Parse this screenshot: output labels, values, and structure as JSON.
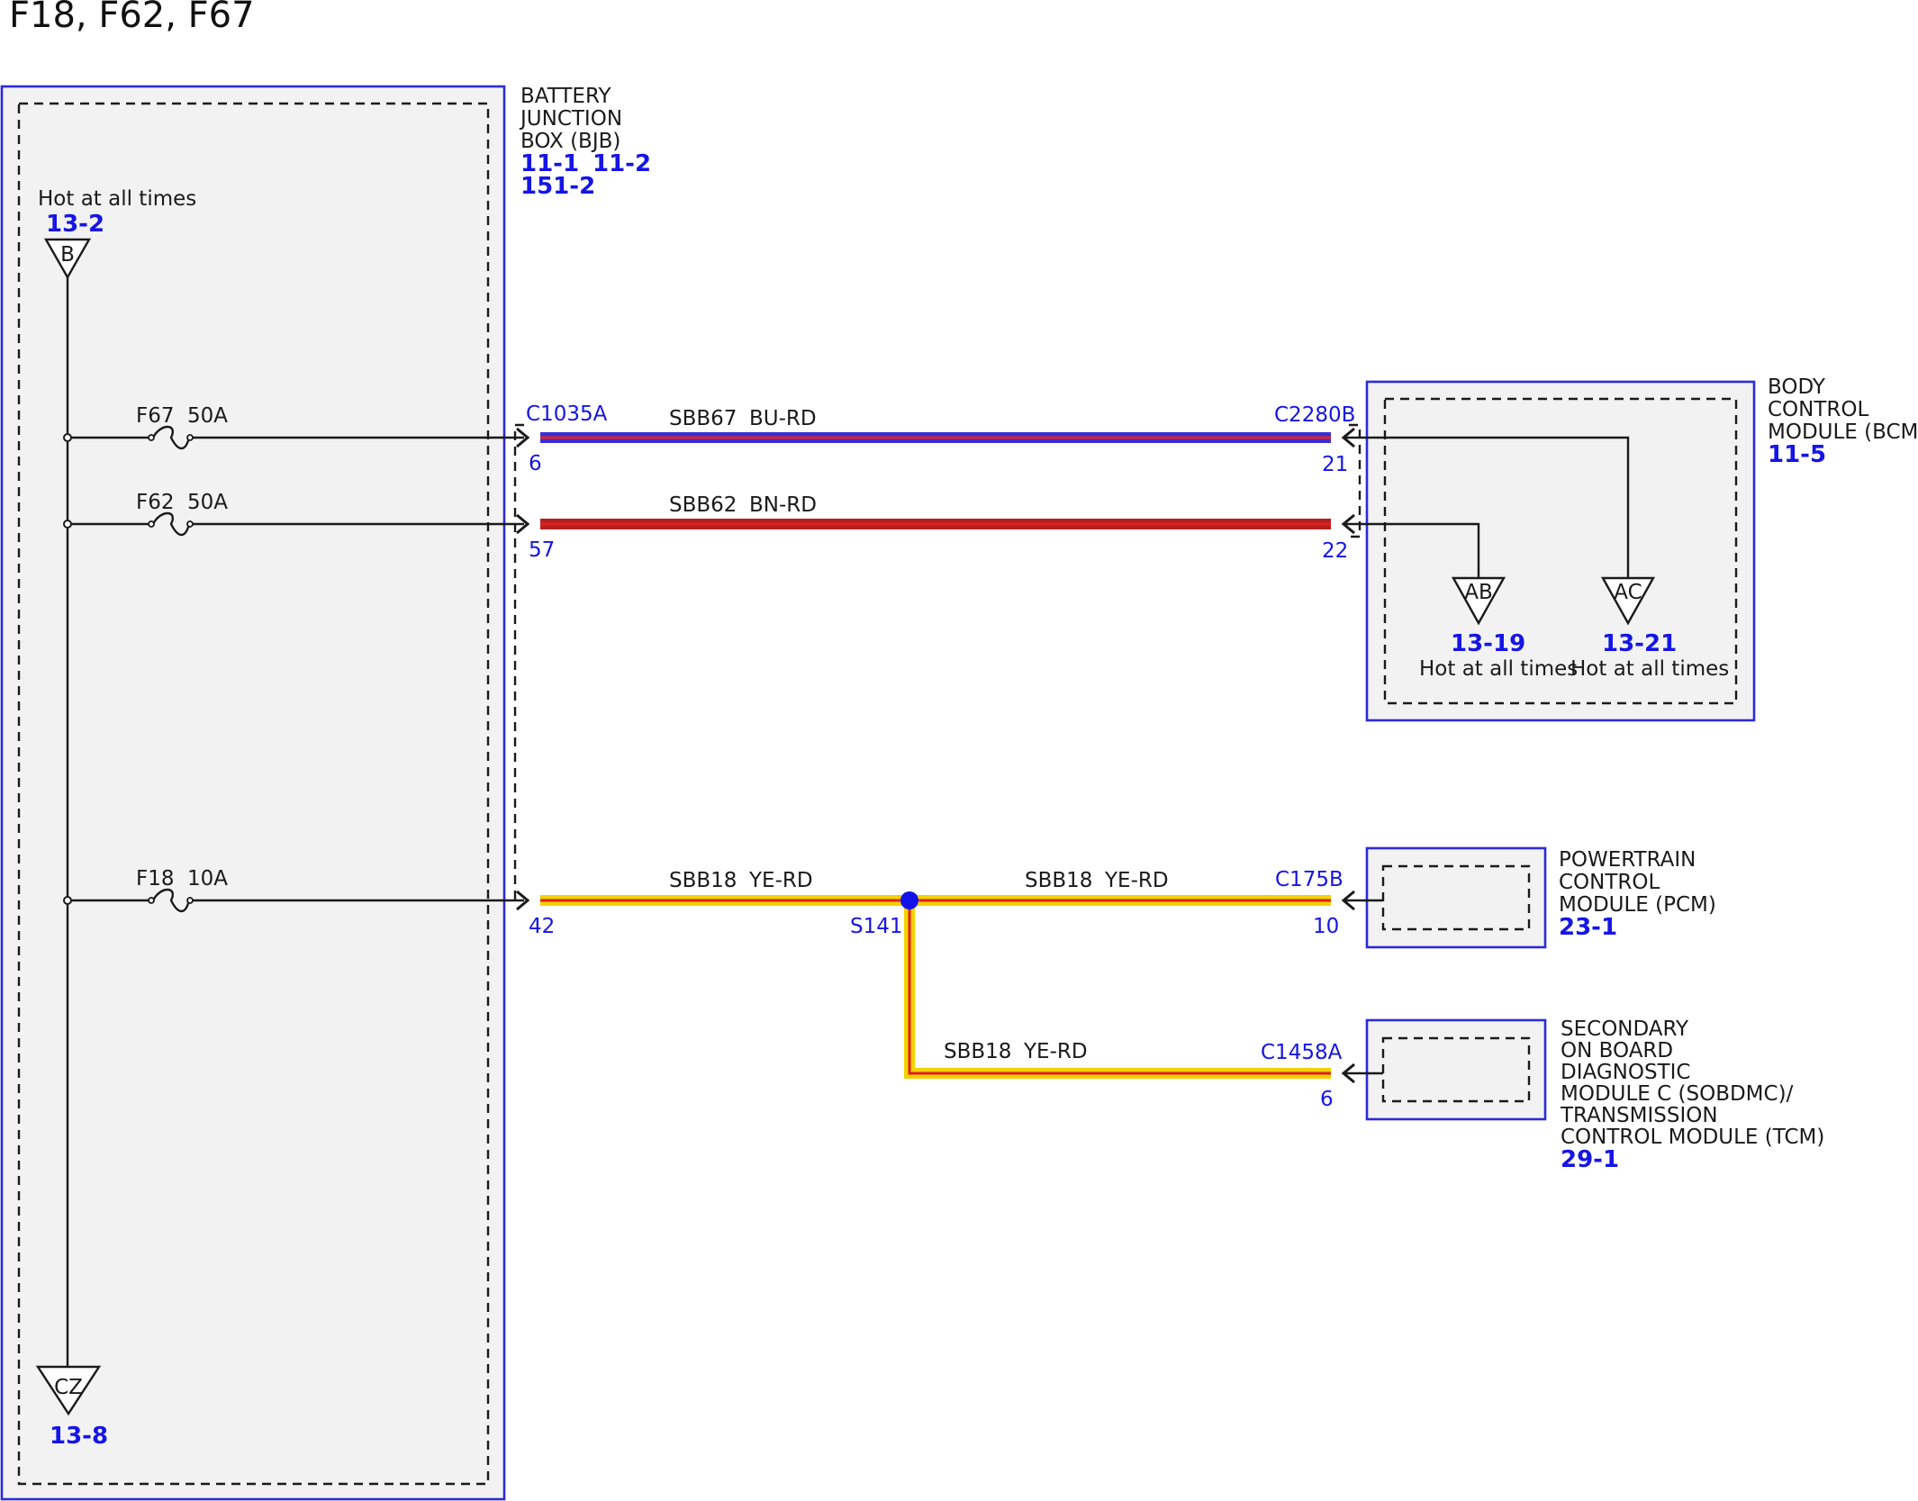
{
  "title": "F18, F62, F67",
  "colors": {
    "module_border": "#2b2bd9",
    "module_fill": "#f2f2f2",
    "ref_text": "#1515e6",
    "bu_rd_base": "#3a2fd6",
    "bn_rd_base": "#b32020",
    "ye_rd_base": "#f2d200",
    "stripe_red": "#e02020",
    "splice_dot": "#1212e8"
  },
  "bjb": {
    "name_lines": [
      "BATTERY",
      "JUNCTION",
      "BOX (BJB)"
    ],
    "refs": [
      "11-1",
      "11-2",
      "151-2"
    ]
  },
  "hot_source": {
    "label": "Hot at all times",
    "ref": "13-2",
    "terminal": "B"
  },
  "ground_connector": {
    "terminal": "CZ",
    "ref": "13-8"
  },
  "fuses": [
    {
      "name": "F67",
      "rating": "50A"
    },
    {
      "name": "F62",
      "rating": "50A"
    },
    {
      "name": "F18",
      "rating": "10A"
    }
  ],
  "bjb_connector": {
    "name": "C1035A",
    "pins": [
      "6",
      "57",
      "42"
    ]
  },
  "wires": [
    {
      "circuit": "SBB67",
      "color": "BU-RD"
    },
    {
      "circuit": "SBB62",
      "color": "BN-RD"
    },
    {
      "circuit": "SBB18",
      "color": "YE-RD"
    },
    {
      "circuit": "SBB18",
      "color": "YE-RD"
    },
    {
      "circuit": "SBB18",
      "color": "YE-RD"
    }
  ],
  "splice": {
    "name": "S141"
  },
  "bcm": {
    "name_lines": [
      "BODY",
      "CONTROL",
      "MODULE (BCM)"
    ],
    "ref": "11-5",
    "connector": "C2280B",
    "pins": [
      "21",
      "22"
    ],
    "outputs": [
      {
        "terminal": "AB",
        "ref": "13-19",
        "label": "Hot at all times"
      },
      {
        "terminal": "AC",
        "ref": "13-21",
        "label": "Hot at all times"
      }
    ]
  },
  "pcm": {
    "name_lines": [
      "POWERTRAIN",
      "CONTROL",
      "MODULE (PCM)"
    ],
    "ref": "23-1",
    "connector": "C175B",
    "pin": "10"
  },
  "tcm": {
    "name_lines": [
      "SECONDARY",
      "ON BOARD",
      "DIAGNOSTIC",
      "MODULE C (SOBDMC)/",
      "TRANSMISSION",
      "CONTROL MODULE (TCM)"
    ],
    "ref": "29-1",
    "connector": "C1458A",
    "pin": "6"
  }
}
